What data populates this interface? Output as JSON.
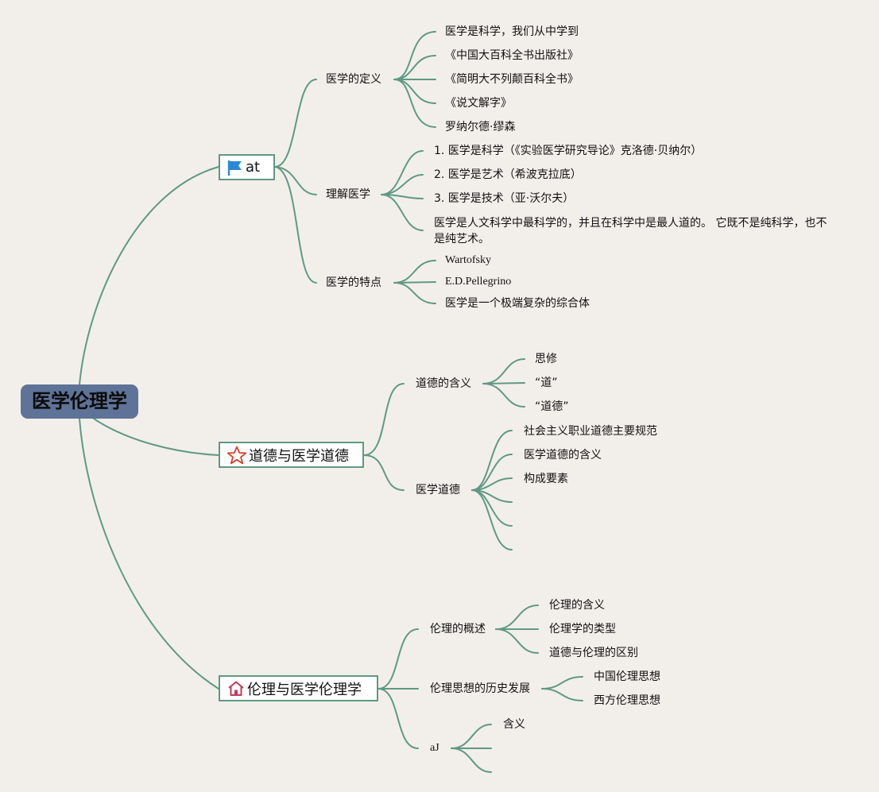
{
  "root": {
    "title": "医学伦理学"
  },
  "branches": [
    {
      "label": "at",
      "icon": "flag-icon",
      "children": [
        {
          "label": "医学的定义",
          "children": [
            "医学是科学，我们从中学到",
            "《中国大百科全书出版社》",
            "《简明大不列颠百科全书》",
            "《说文解字》",
            "罗纳尔德·缪森"
          ]
        },
        {
          "label": "理解医学",
          "children": [
            "1. 医学是科学（《实验医学研究导论》克洛德·贝纳尔）",
            "2. 医学是艺术（希波克拉底）",
            "3. 医学是技术（亚·沃尔夫）",
            "医学是人文科学中最科学的，并且在科学中是最人道的。 它既不是纯科学，也不是纯艺术。"
          ]
        },
        {
          "label": "医学的特点",
          "children": [
            "Wartofsky",
            "E.D.Pellegrino",
            "医学是一个极端复杂的综合体"
          ]
        }
      ]
    },
    {
      "label": "道德与医学道德",
      "icon": "star-icon",
      "children": [
        {
          "label": "道德的含义",
          "children": [
            "思修",
            "“道”",
            "“道德”"
          ]
        },
        {
          "label": "医学道德",
          "children": [
            "社会主义职业道德主要规范",
            "医学道德的含义",
            "构成要素",
            "",
            "",
            ""
          ]
        }
      ]
    },
    {
      "label": "伦理与医学伦理学",
      "icon": "house-icon",
      "children": [
        {
          "label": "伦理的概述",
          "children": [
            "伦理的含义",
            "伦理学的类型",
            "道德与伦理的区别"
          ]
        },
        {
          "label": "伦理思想的历史发展",
          "children": [
            "中国伦理思想",
            "西方伦理思想"
          ]
        },
        {
          "label": "aJ",
          "children": [
            "含义",
            "",
            ""
          ]
        }
      ]
    }
  ],
  "colors": {
    "line": "#5f9985",
    "root_bg": "#5f7398",
    "background": "#f2efea",
    "flag": "#2b8ad6",
    "star": "#d9402c",
    "house": "#c43a5a"
  }
}
